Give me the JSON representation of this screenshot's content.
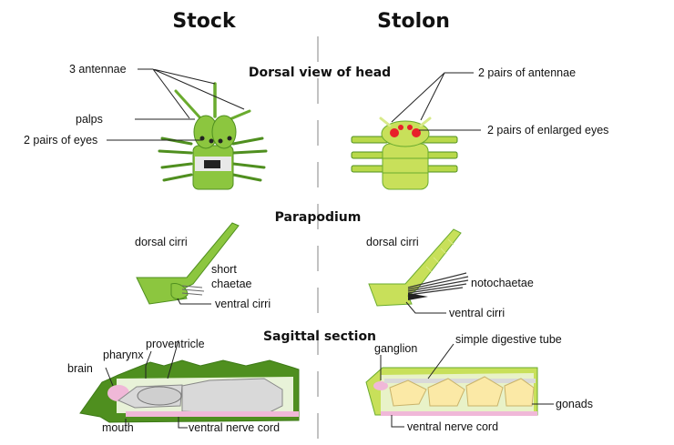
{
  "columns": {
    "left": "Stock",
    "right": "Stolon"
  },
  "sections": {
    "head": "Dorsal view of head",
    "parapodium": "Parapodium",
    "sagittal": "Sagittal section"
  },
  "labels": {
    "stock_head": [
      "3 antennae",
      "palps",
      "2 pairs of eyes"
    ],
    "stolon_head": [
      "2 pairs of antennae",
      "2 pairs of enlarged eyes"
    ],
    "stock_parapodium": [
      "dorsal cirri",
      "short",
      "chaetae",
      "ventral cirri"
    ],
    "stolon_parapodium": [
      "dorsal cirri",
      "notochaetae",
      "ventral cirri"
    ],
    "stock_section": [
      "proventricle",
      "pharynx",
      "brain",
      "mouth",
      "ventral nerve cord"
    ],
    "stolon_section": [
      "ganglion",
      "simple digestive tube",
      "gonads",
      "ventral nerve cord"
    ]
  },
  "colors": {
    "body_green": "#8cc63f",
    "dark_green": "#4f8f1f",
    "stolon_green": "#c8e05a",
    "eye_red": "#e8202a",
    "organ_gray": "#d9d9d9",
    "nerve_pink": "#f0b8d8",
    "gonad_cream": "#fbe9a6",
    "divider": "#999999"
  }
}
